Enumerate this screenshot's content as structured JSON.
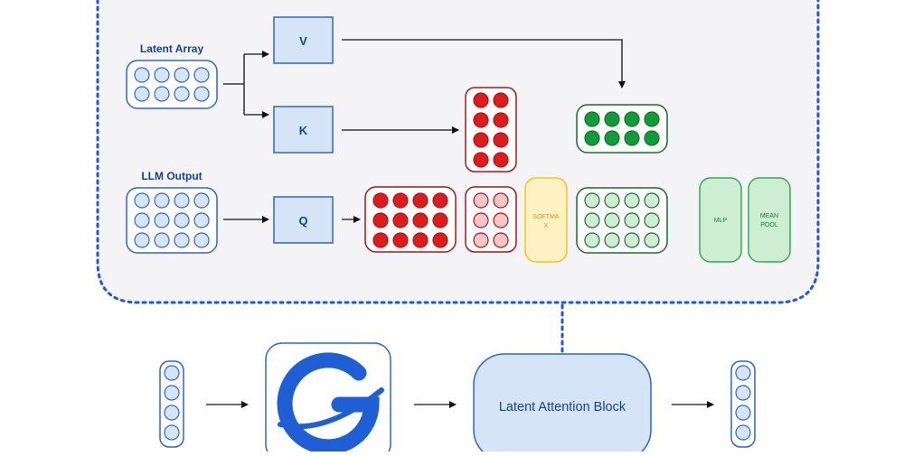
{
  "diagram": {
    "detail_panel": {
      "latent_array_label": "Latent Array",
      "llm_output_label": "LLM Output",
      "v_label": "V",
      "k_label": "K",
      "q_label": "Q",
      "softmax_label_line1": "SOFTMA",
      "softmax_label_line2": "X",
      "mlp_label": "MLP",
      "mean_pool_label_line1": "MEAN",
      "mean_pool_label_line2": "POOL"
    },
    "pipeline": {
      "latent_attention_label": "Latent Attention Block",
      "model_logo": "llm-logo-icon"
    },
    "colors": {
      "blue_stroke": "#2f66c9",
      "blue_fill": "#d6e4f7",
      "red": "#e01b1b",
      "red_stroke": "#a11a1a",
      "pink": "#f7c5c5",
      "green": "#0f9d3a",
      "green_stroke": "#1d6b2e",
      "light_green": "#cdeed2",
      "yellow_stroke": "#f5c518",
      "yellow_fill": "#fff2c2",
      "panel_fill": "#f4f4f6",
      "panel_border": "#2157d8"
    }
  }
}
